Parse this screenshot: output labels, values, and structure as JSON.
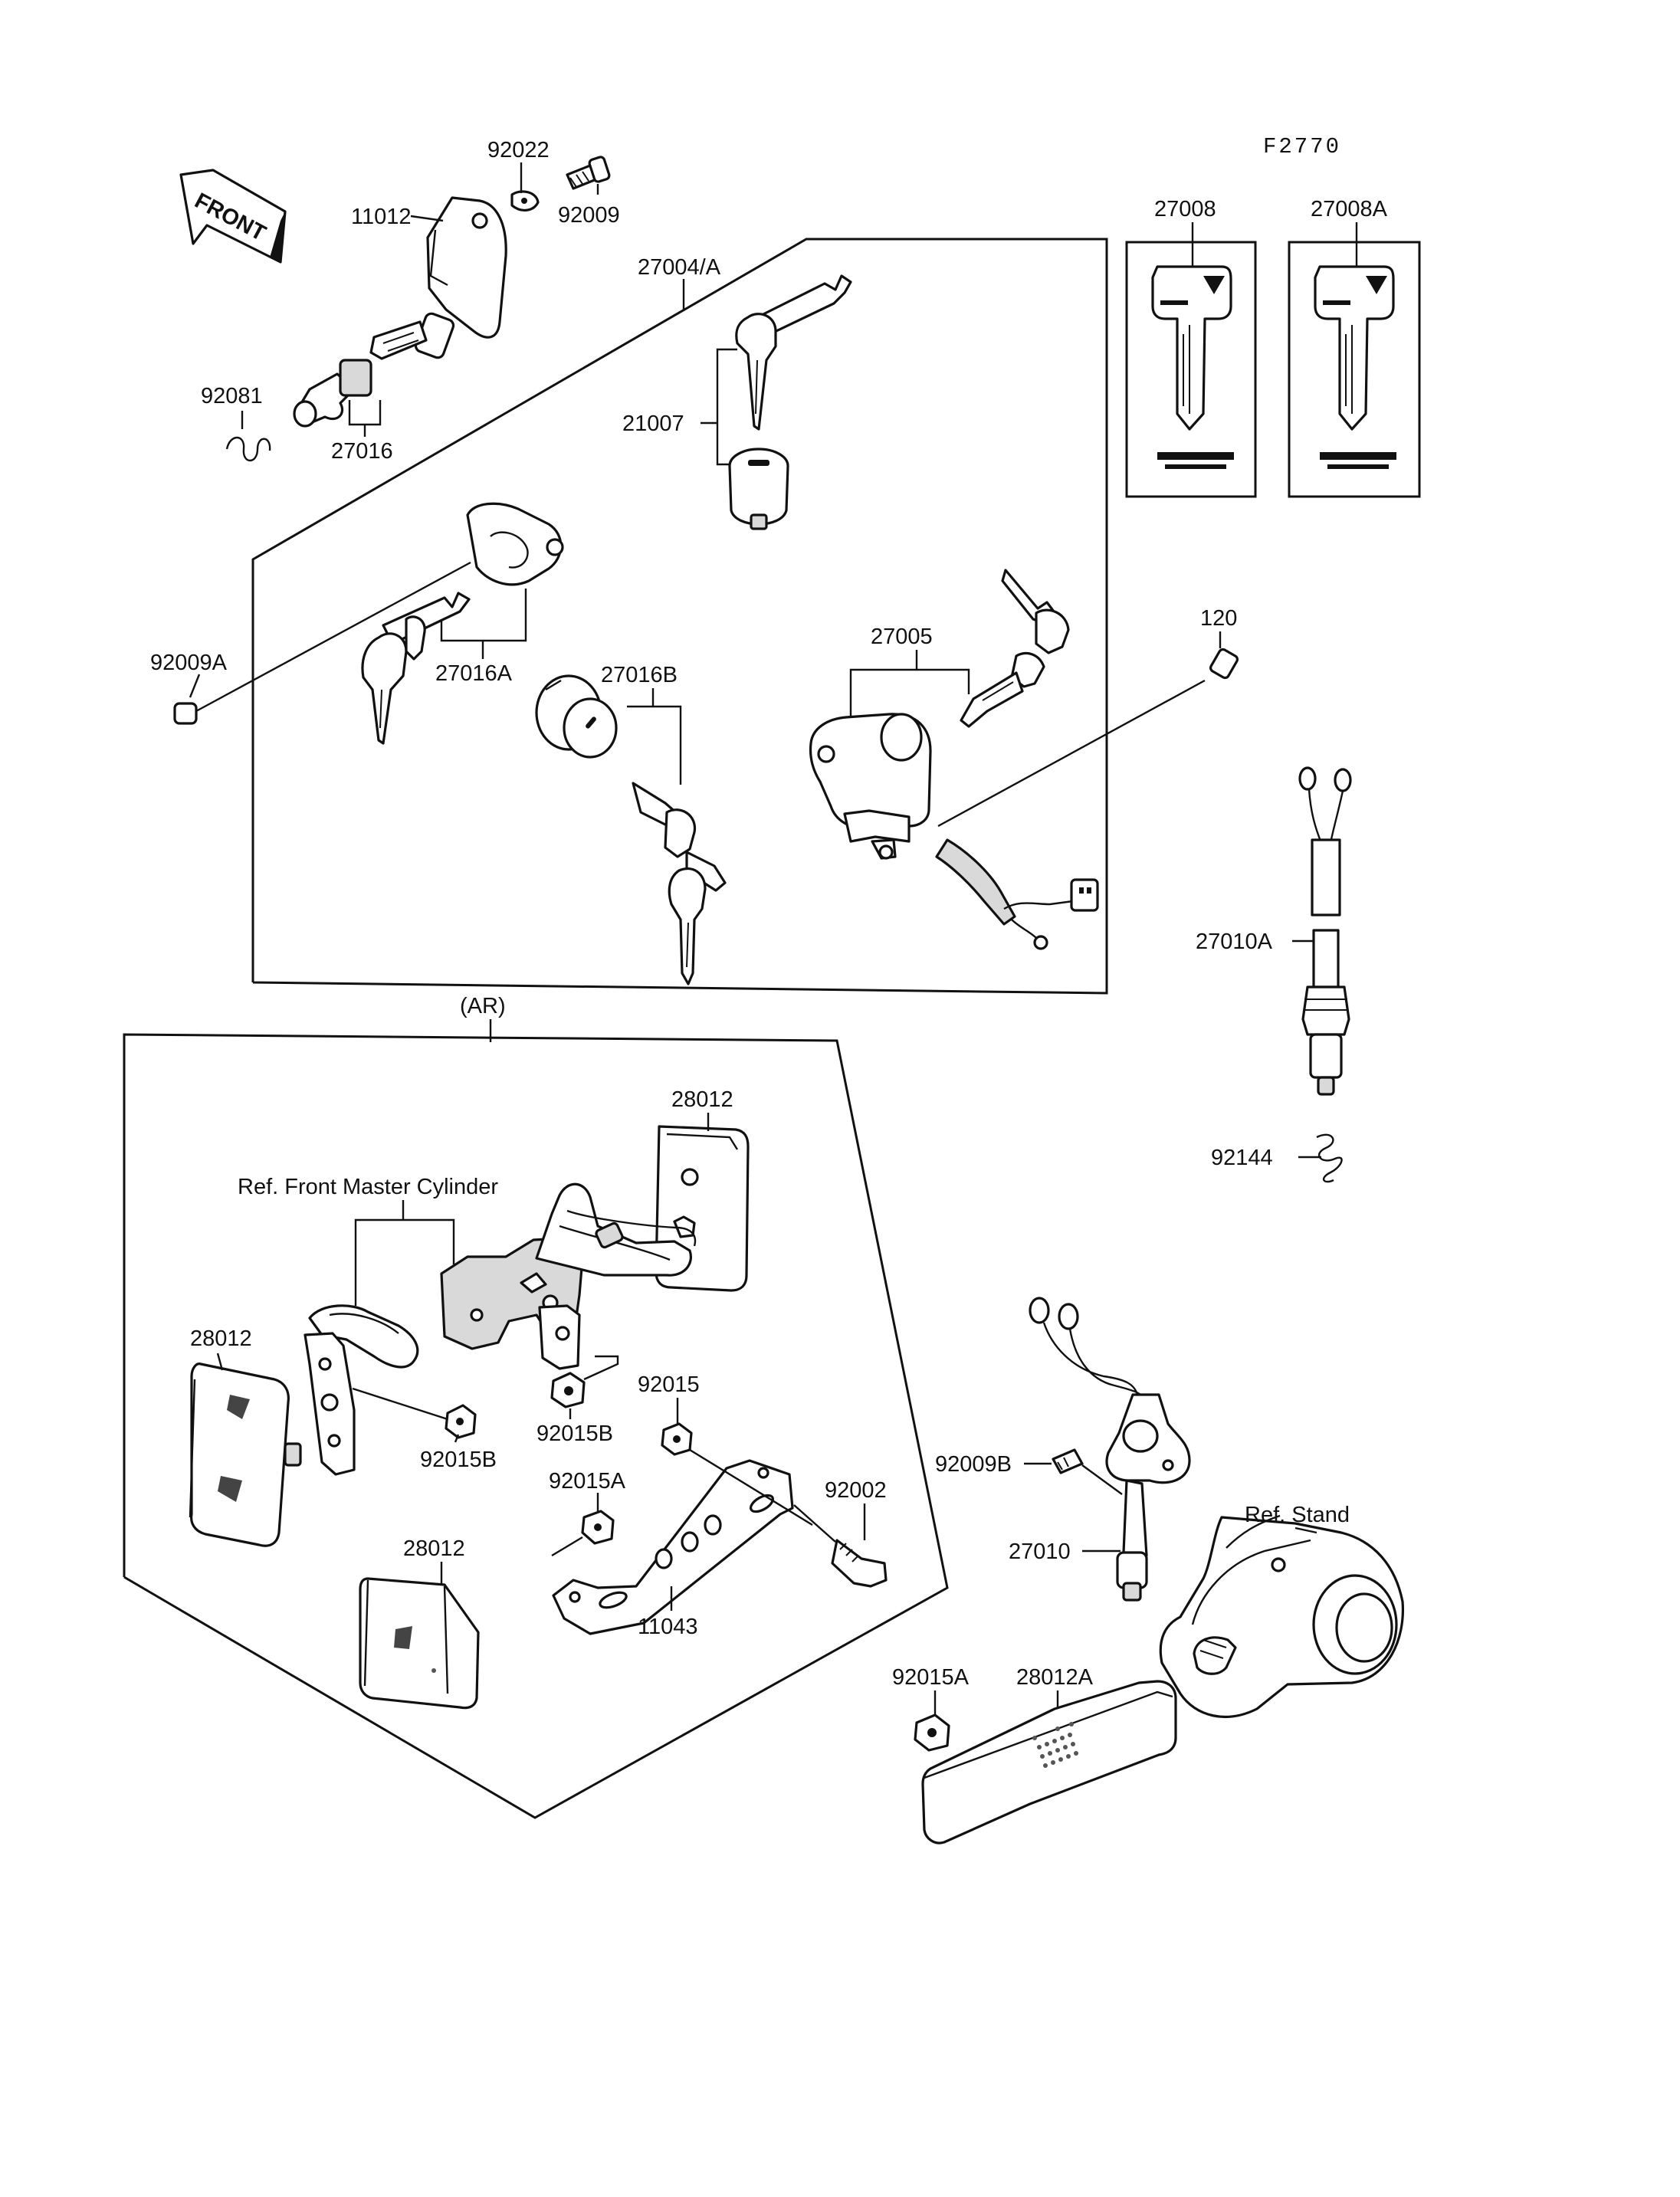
{
  "figure_code": "F2770",
  "front_arrow_label": "FRONT",
  "group_labels": {
    "ar": "(AR)"
  },
  "reference_labels": {
    "front_master_cylinder": "Ref. Front Master Cylinder",
    "stand": "Ref. Stand"
  },
  "parts": {
    "p92022": "92022",
    "p92009": "92009",
    "p11012": "11012",
    "p27004A": "27004/A",
    "p92081": "92081",
    "p27016": "27016",
    "p21007": "21007",
    "p27008": "27008",
    "p27008A": "27008A",
    "p92009A": "92009A",
    "p27016A": "27016A",
    "p27016B": "27016B",
    "p27005": "27005",
    "p120": "120",
    "p27010A": "27010A",
    "p92144": "92144",
    "p28012_top": "28012",
    "p28012_left": "28012",
    "p28012_bottom": "28012",
    "p92015": "92015",
    "p92015B_a": "92015B",
    "p92015B_b": "92015B",
    "p92015A_a": "92015A",
    "p92002": "92002",
    "p11043": "11043",
    "p92009B": "92009B",
    "p27010": "27010",
    "p92015A_b": "92015A",
    "p28012A": "28012A"
  }
}
